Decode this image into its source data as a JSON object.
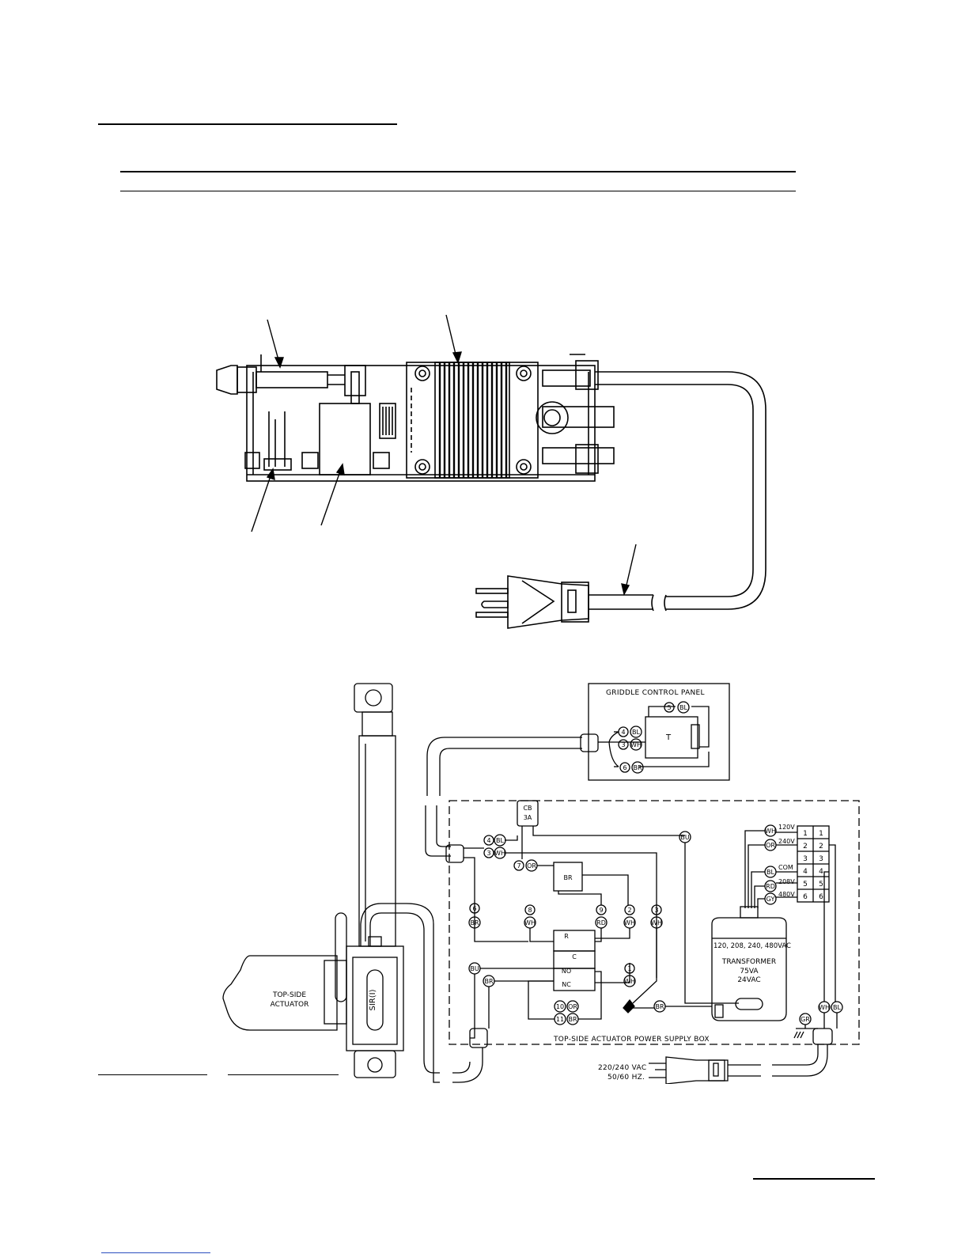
{
  "panel": {
    "title": "GRIDDLE CONTROL PANEL",
    "wires": [
      {
        "num": "5",
        "color": "BL"
      },
      {
        "num": "4",
        "color": "BL"
      },
      {
        "num": "3",
        "color": "WH"
      },
      {
        "num": "6",
        "color": "BR"
      }
    ],
    "switch_label": "T"
  },
  "power_box": {
    "title": "TOP-SIDE ACTUATOR POWER SUPPLY BOX",
    "breaker": {
      "line1": "CB",
      "line2": "3A"
    },
    "wire_tags": [
      {
        "num": "4",
        "color": "BL"
      },
      {
        "num": "3",
        "color": "WH"
      },
      {
        "num": "7",
        "color": "OR"
      },
      {
        "num": "6",
        "color": "BR"
      },
      {
        "num": "8",
        "color": "WH"
      },
      {
        "num": "9",
        "color": "RD"
      },
      {
        "num": "2",
        "color": "WH"
      },
      {
        "num": "3",
        "color": "WH"
      },
      {
        "num": "1",
        "color": "WH"
      },
      {
        "num": "10",
        "color": "OR"
      },
      {
        "num": "11",
        "color": "BR"
      }
    ],
    "color_tags": [
      "BU",
      "BR",
      "BU",
      "BR",
      "BR",
      "GR",
      "WH",
      "BL"
    ],
    "bridge_label": "BR",
    "relay": {
      "r": "R",
      "c": "C",
      "no": "NO",
      "nc": "NC"
    },
    "transformer": {
      "rating": "120, 208, 240, 480VAC",
      "name": "TRANSFORMER",
      "va": "75VA",
      "out": "24VAC"
    },
    "taps": [
      {
        "color": "WH",
        "voltage": "120V",
        "term": "1"
      },
      {
        "color": "OR",
        "voltage": "240V",
        "term": "2"
      },
      {
        "color": "",
        "voltage": "",
        "term": "3"
      },
      {
        "color": "BL",
        "voltage": "COM",
        "term": "4"
      },
      {
        "color": "RD",
        "voltage": "208V",
        "term": "5"
      },
      {
        "color": "GY",
        "voltage": "480V",
        "term": "6"
      }
    ]
  },
  "actuator": {
    "line1": "TOP-SIDE",
    "line2": "ACTUATOR",
    "sir": "SIR(I)"
  },
  "supply": {
    "line1": "220/240 VAC",
    "line2": "50/60 HZ."
  }
}
